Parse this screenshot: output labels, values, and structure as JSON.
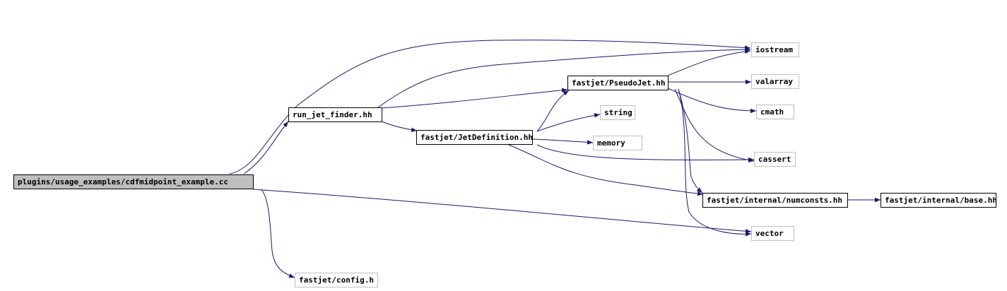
{
  "diagram": {
    "edge_color": "#191970",
    "nodes": {
      "root": "plugins/usage_examples/cdfmidpoint_example.cc",
      "run_jet_finder": "run_jet_finder.hh",
      "jetdef": "fastjet/JetDefinition.hh",
      "pseudojet": "fastjet/PseudoJet.hh",
      "config": "fastjet/config.h",
      "iostream": "iostream",
      "valarray": "valarray",
      "cmath": "cmath",
      "string": "string",
      "memory": "memory",
      "cassert": "cassert",
      "numconsts": "fastjet/internal/numconsts.hh",
      "base": "fastjet/internal/base.hh",
      "vector": "vector"
    },
    "edges": [
      [
        "root",
        "run_jet_finder"
      ],
      [
        "root",
        "iostream"
      ],
      [
        "root",
        "vector"
      ],
      [
        "root",
        "config"
      ],
      [
        "run_jet_finder",
        "iostream"
      ],
      [
        "run_jet_finder",
        "pseudojet"
      ],
      [
        "run_jet_finder",
        "jetdef"
      ],
      [
        "jetdef",
        "pseudojet"
      ],
      [
        "jetdef",
        "string"
      ],
      [
        "jetdef",
        "memory"
      ],
      [
        "jetdef",
        "cassert"
      ],
      [
        "jetdef",
        "numconsts"
      ],
      [
        "pseudojet",
        "iostream"
      ],
      [
        "pseudojet",
        "valarray"
      ],
      [
        "pseudojet",
        "cmath"
      ],
      [
        "pseudojet",
        "cassert"
      ],
      [
        "pseudojet",
        "numconsts"
      ],
      [
        "pseudojet",
        "vector"
      ],
      [
        "numconsts",
        "base"
      ]
    ]
  }
}
